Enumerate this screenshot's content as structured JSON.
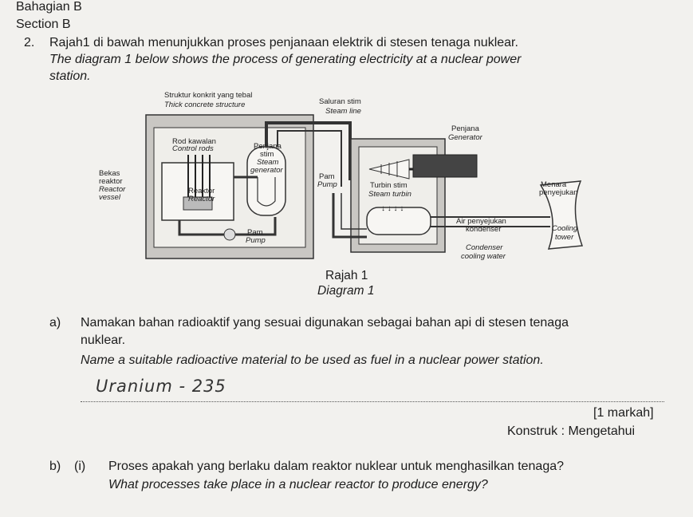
{
  "header": {
    "section_ms": "Bahagian B",
    "section_en": "Section B"
  },
  "question2": {
    "number": "2.",
    "intro_ms": "Rajah1 di bawah menunjukkan proses penjanaan elektrik di stesen tenaga nuklear.",
    "intro_en_line1": "The diagram 1 below shows the process of generating electricity at a nuclear power",
    "intro_en_line2": "station."
  },
  "diagram": {
    "labels": {
      "structure_ms": "Struktur konkrit yang tebal",
      "structure_en": "Thick concrete structure",
      "steam_line_ms": "Saluran stim",
      "steam_line_en": "Steam line",
      "rods_ms": "Rod kawalan",
      "rods_en": "Control rods",
      "sg_ms_1": "Penjana",
      "sg_ms_2": "stim",
      "sg_en_1": "Steam",
      "sg_en_2": "generator",
      "vessel_ms_1": "Bekas",
      "vessel_ms_2": "reaktor",
      "vessel_en_1": "Reactor",
      "vessel_en_2": "vessel",
      "reactor_ms": "Reaktor",
      "reactor_en": "Reactor",
      "pump1_ms": "Pam",
      "pump1_en": "Pump",
      "pump2_ms": "Pam",
      "pump2_en": "Pump",
      "turbine_ms": "Turbin stim",
      "turbine_en": "Steam turbin",
      "generator_ms": "Penjana",
      "generator_en": "Generator",
      "tower_ms_1": "Menara",
      "tower_ms_2": "penyejukan",
      "tower_en_1": "Cooling",
      "tower_en_2": "tower",
      "condenser_ms_1": "Air penyejukan",
      "condenser_ms_2": "kondenser",
      "condenser_en_1": "Condenser",
      "condenser_en_2": "cooling water"
    },
    "caption_ms": "Rajah 1",
    "caption_en": "Diagram 1"
  },
  "part_a": {
    "label": "a)",
    "question_ms_line1": "Namakan bahan radioaktif yang sesuai digunakan sebagai bahan api di stesen tenaga",
    "question_ms_line2": "nuklear.",
    "question_en": "Name a suitable radioactive material to be used as fuel in a nuclear power station.",
    "handwritten_answer": "Uranium - 235",
    "marks": "[1 markah]",
    "construct": "Konstruk : Mengetahui"
  },
  "part_b": {
    "label": "b)",
    "sub_label": "(i)",
    "question_ms": "Proses apakah yang berlaku dalam reaktor nuklear untuk menghasilkan tenaga?",
    "question_en": "What processes take place in a nuclear reactor to produce energy?"
  }
}
